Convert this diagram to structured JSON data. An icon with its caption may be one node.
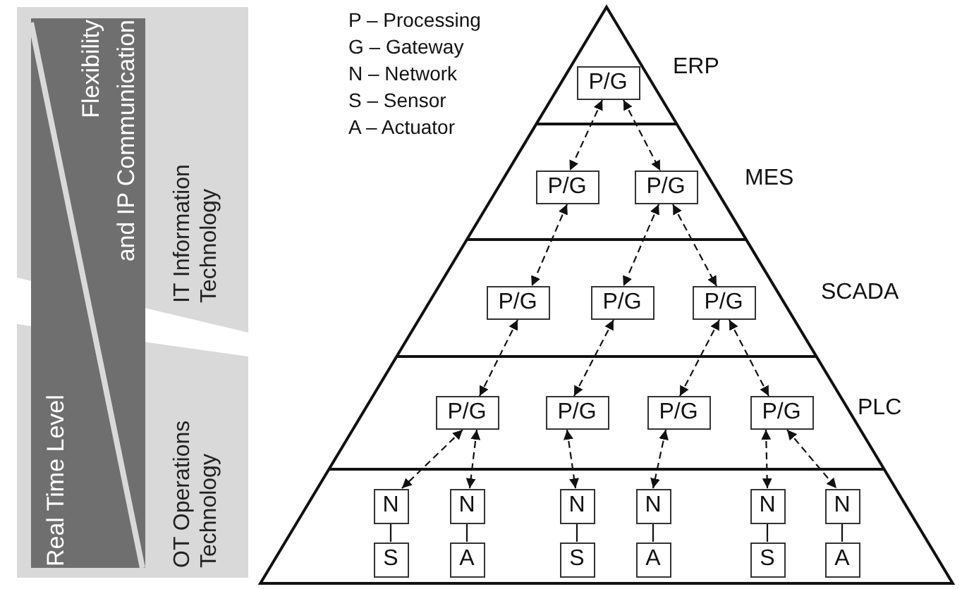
{
  "diagram": {
    "nodes": [
      {
        "text": [
          "P/G"
        ]
      },
      {
        "text": [
          "P/G"
        ]
      },
      {
        "text": [
          "P/G"
        ]
      },
      {
        "text": [
          "P/G"
        ]
      },
      {
        "text": [
          "P/G"
        ]
      },
      {
        "text": [
          "P/G"
        ]
      },
      {
        "text": [
          "P/G"
        ]
      },
      {
        "text": [
          "P/G"
        ]
      },
      {
        "text": [
          "P/G"
        ]
      },
      {
        "text": [
          "P/G"
        ]
      },
      {
        "text": [
          "N"
        ]
      },
      {
        "text": [
          "N"
        ]
      },
      {
        "text": [
          "N"
        ]
      },
      {
        "text": [
          "N"
        ]
      },
      {
        "text": [
          "N"
        ]
      },
      {
        "text": [
          "N"
        ]
      },
      {
        "text": [
          "S"
        ]
      },
      {
        "text": [
          "A"
        ]
      },
      {
        "text": [
          "S"
        ]
      },
      {
        "text": [
          "A"
        ]
      },
      {
        "text": [
          "S"
        ]
      },
      {
        "text": [
          "A"
        ]
      }
    ],
    "edges": [
      {
        "from": 0,
        "to": 1,
        "arrow": "both",
        "style": "dashed"
      },
      {
        "from": 0,
        "to": 2,
        "arrow": "both",
        "style": "dashed"
      },
      {
        "from": 1,
        "to": 3,
        "arrow": "both",
        "style": "dashed"
      },
      {
        "from": 2,
        "to": 4,
        "arrow": "both",
        "style": "dashed"
      },
      {
        "from": 2,
        "to": 5,
        "arrow": "both",
        "style": "dashed"
      },
      {
        "from": 3,
        "to": 6,
        "arrow": "both",
        "style": "dashed"
      },
      {
        "from": 4,
        "to": 7,
        "arrow": "both",
        "style": "dashed"
      },
      {
        "from": 5,
        "to": 8,
        "arrow": "both",
        "style": "dashed"
      },
      {
        "from": 5,
        "to": 9,
        "arrow": "both",
        "style": "dashed"
      },
      {
        "from": 6,
        "to": 10,
        "arrow": "both",
        "style": "dashed"
      },
      {
        "from": 6,
        "to": 11,
        "arrow": "both",
        "style": "dashed"
      },
      {
        "from": 7,
        "to": 12,
        "arrow": "both",
        "style": "dashed"
      },
      {
        "from": 8,
        "to": 13,
        "arrow": "both",
        "style": "dashed"
      },
      {
        "from": 9,
        "to": 14,
        "arrow": "both",
        "style": "dashed"
      },
      {
        "from": 9,
        "to": 15,
        "arrow": "both",
        "style": "dashed"
      },
      {
        "from": 10,
        "to": 16,
        "arrow": "none"
      },
      {
        "from": 11,
        "to": 17,
        "arrow": "none"
      },
      {
        "from": 12,
        "to": 18,
        "arrow": "none"
      },
      {
        "from": 13,
        "to": 19,
        "arrow": "none"
      },
      {
        "from": 14,
        "to": 20,
        "arrow": "none"
      },
      {
        "from": 15,
        "to": 21,
        "arrow": "none"
      }
    ],
    "labels": [
      "P – Processing",
      "G – Gateway",
      "N – Network",
      "S – Sensor",
      "A – Actuator",
      "Real Time Level",
      "Flexibility",
      "and IP Communication",
      "IT Information Technology",
      "OT Operations Technology",
      "ERP",
      "MES",
      "SCADA",
      "PLC"
    ]
  }
}
